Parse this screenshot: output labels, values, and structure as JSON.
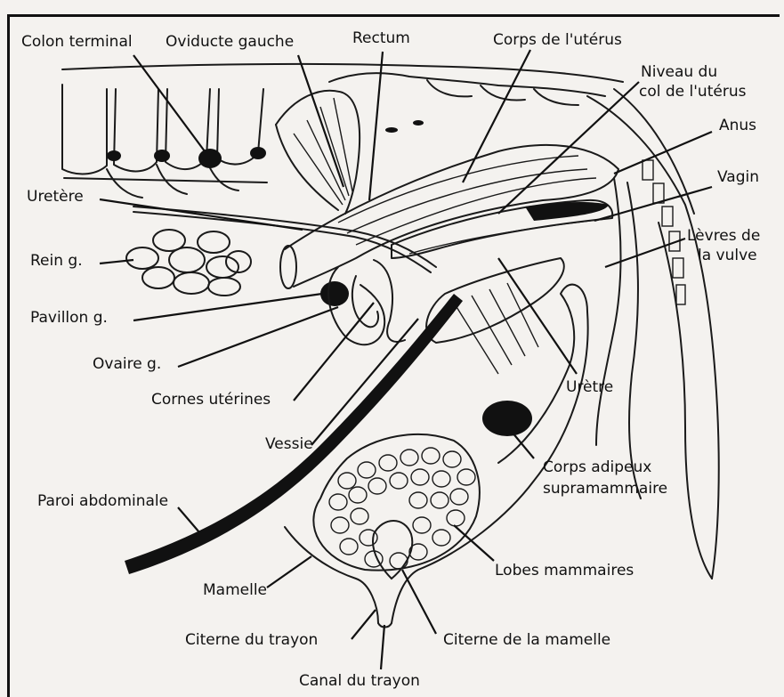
{
  "labels": {
    "colon_terminal": "Colon terminal",
    "oviducte_gauche": "Oviducte gauche",
    "rectum": "Rectum",
    "corps_uterus": "Corps de l'utérus",
    "niveau_col_1": "Niveau du",
    "niveau_col_2": "col de l'utérus",
    "anus": "Anus",
    "vagin": "Vagin",
    "levres_1": "Lèvres de",
    "levres_2": "la vulve",
    "uretere": "Uretère",
    "rein": "Rein g.",
    "pavillon": "Pavillon g.",
    "ovaire": "Ovaire g.",
    "cornes": "Cornes utérines",
    "vessie": "Vessie",
    "uretre": "Urètre",
    "corps_adipeux_1": "Corps adipeux",
    "corps_adipeux_2": "supramammaire",
    "paroi": "Paroi abdominale",
    "lobes": "Lobes mammaires",
    "mamelle": "Mamelle",
    "citerne_trayon": "Citerne du trayon",
    "citerne_mamelle": "Citerne de la mamelle",
    "canal_trayon": "Canal du trayon"
  },
  "colors": {
    "ink": "#1a1a1a",
    "paper": "#f4f2ef"
  }
}
